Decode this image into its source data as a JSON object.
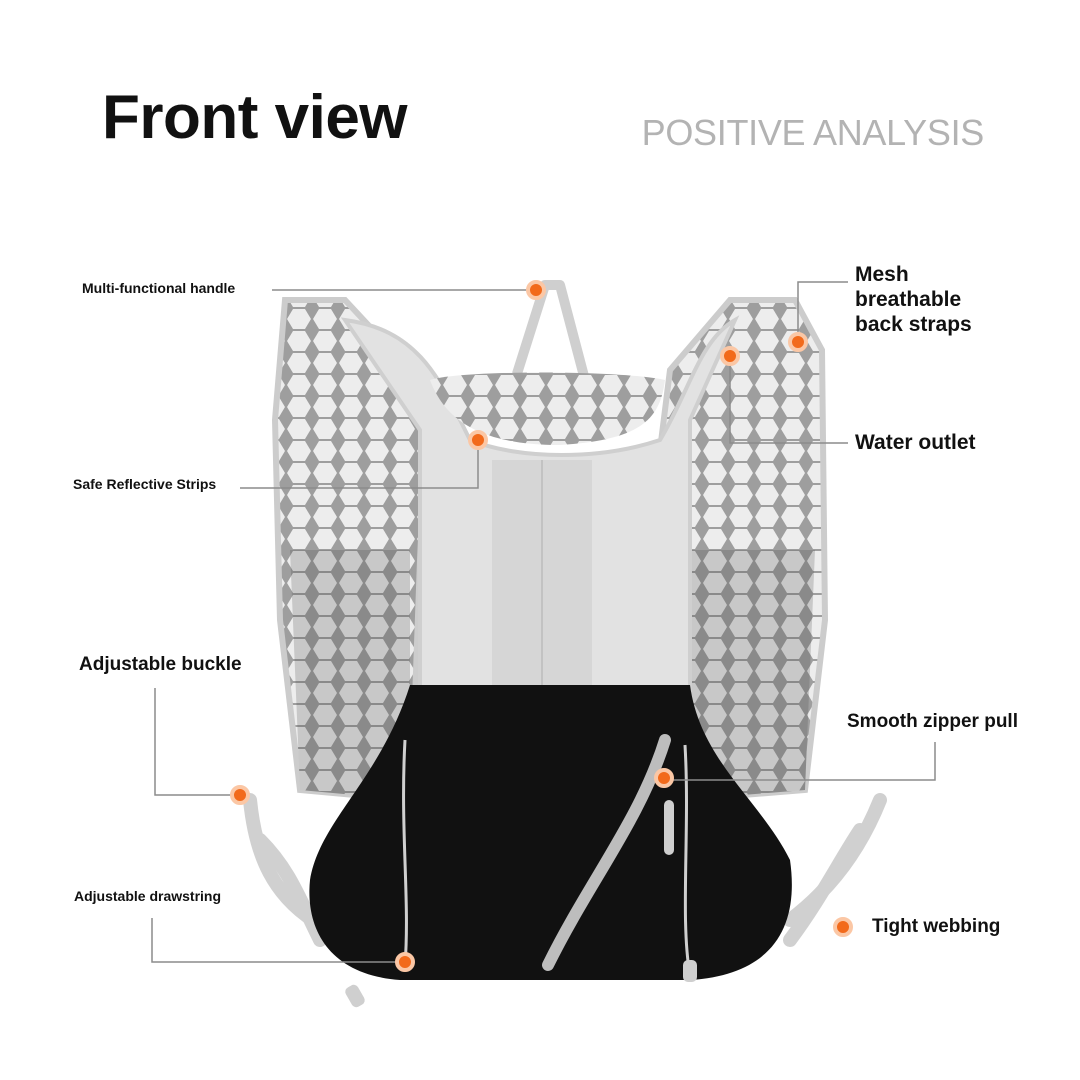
{
  "header": {
    "title": "Front view",
    "subtitle": "POSITIVE ANALYSIS"
  },
  "colors": {
    "accent": "#f26a1b",
    "line": "#8c8c8c",
    "vest_gray": "#d9d9d9",
    "pocket_black": "#111111"
  },
  "callouts": {
    "handle": "Multi-functional handle",
    "reflective": "Safe Reflective Strips",
    "buckle": "Adjustable buckle",
    "drawstring": "Adjustable drawstring",
    "mesh_line1": "Mesh",
    "mesh_line2": "breathable",
    "mesh_line3": "back straps",
    "water": "Water outlet",
    "zipper": "Smooth zipper pull",
    "webbing": "Tight webbing"
  }
}
